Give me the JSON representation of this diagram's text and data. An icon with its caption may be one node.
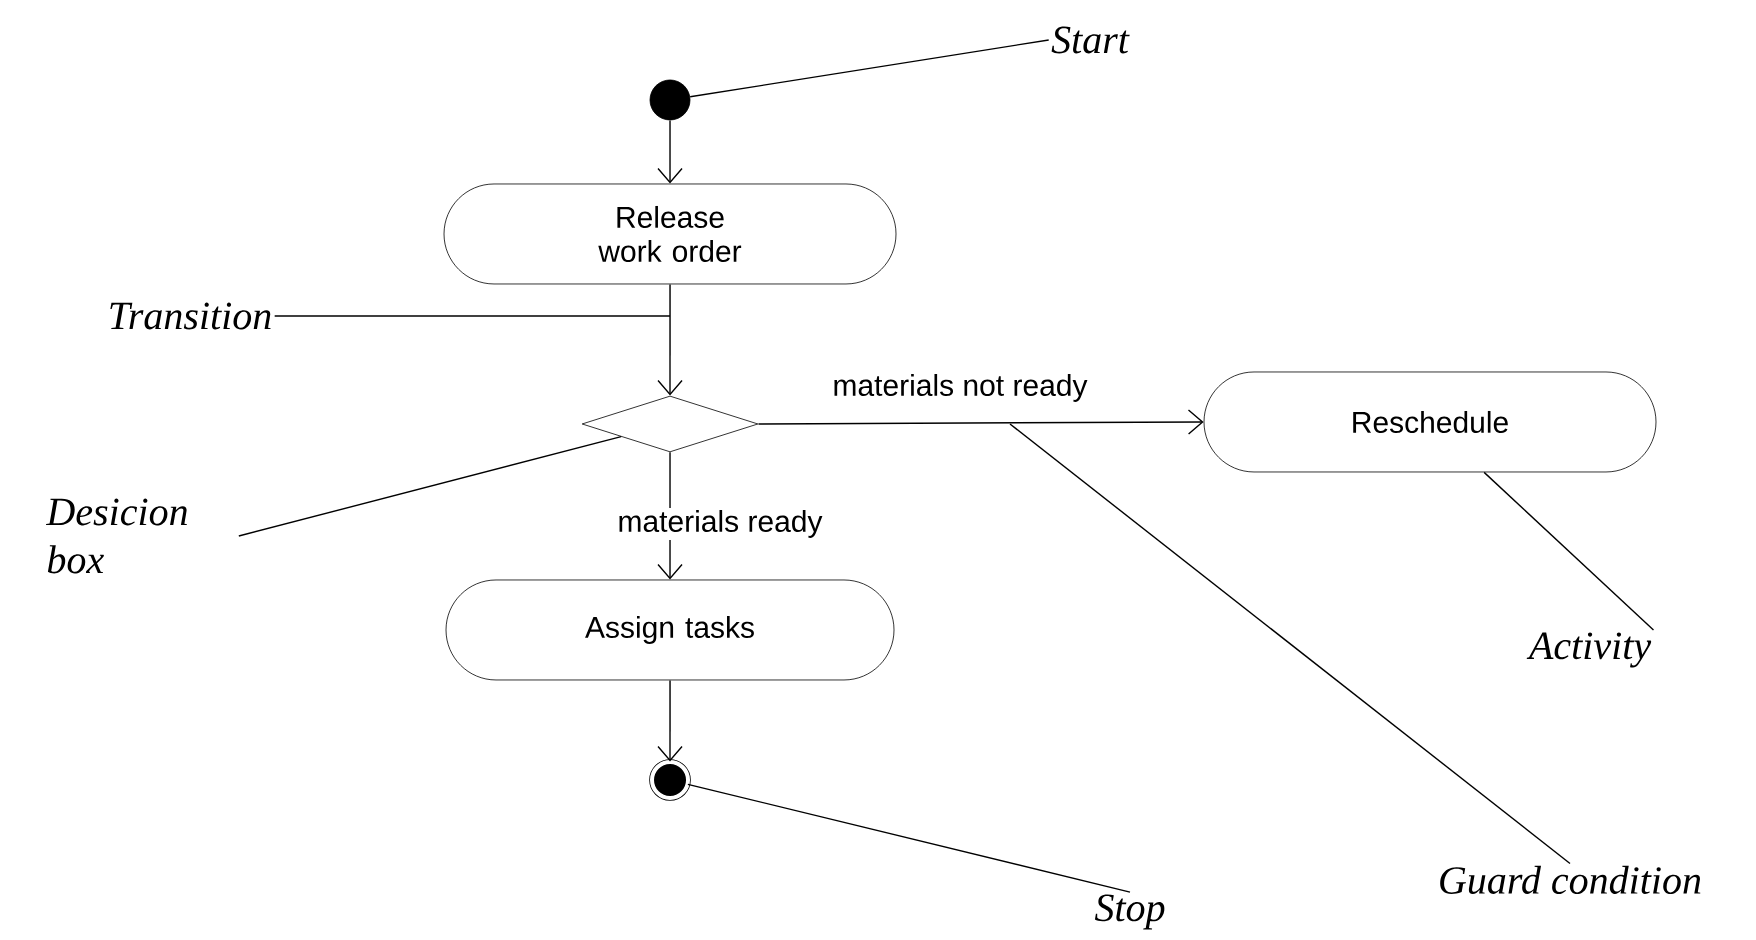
{
  "diagram": {
    "nodes": [
      {
        "text": [],
        "shape": "circle"
      },
      {
        "text": [
          "Release work order"
        ]
      },
      {
        "text": [],
        "shape": "diamond"
      },
      {
        "text": [
          "Reschedule"
        ]
      },
      {
        "text": [
          "Assign tasks"
        ]
      },
      {
        "text": [],
        "shape": "circle"
      },
      {
        "text": [
          "Start"
        ]
      },
      {
        "text": [
          "Transition"
        ]
      },
      {
        "text": [
          "Desicion box"
        ]
      },
      {
        "text": [
          "Activity"
        ]
      },
      {
        "text": [
          "Guard condition"
        ]
      },
      {
        "text": [
          "Stop"
        ]
      }
    ],
    "edges": [
      {
        "from": 0,
        "to": 1,
        "arrow": "to"
      },
      {
        "from": 1,
        "to": 2,
        "arrow": "to"
      },
      {
        "from": 2,
        "to": 3,
        "arrow": "to",
        "label": "materials not ready"
      },
      {
        "from": 2,
        "to": 4,
        "arrow": "to",
        "label": "materials ready"
      },
      {
        "from": 4,
        "to": 5,
        "arrow": "to"
      },
      {
        "from": 6,
        "to": 0,
        "arrow": "none"
      },
      {
        "from": 7,
        "to": null,
        "arrow": "none"
      },
      {
        "from": 8,
        "to": 2,
        "arrow": "none"
      },
      {
        "from": 9,
        "to": 3,
        "arrow": "none"
      },
      {
        "from": 10,
        "to": null,
        "arrow": "none"
      },
      {
        "from": 11,
        "to": 5,
        "arrow": "none"
      }
    ]
  }
}
